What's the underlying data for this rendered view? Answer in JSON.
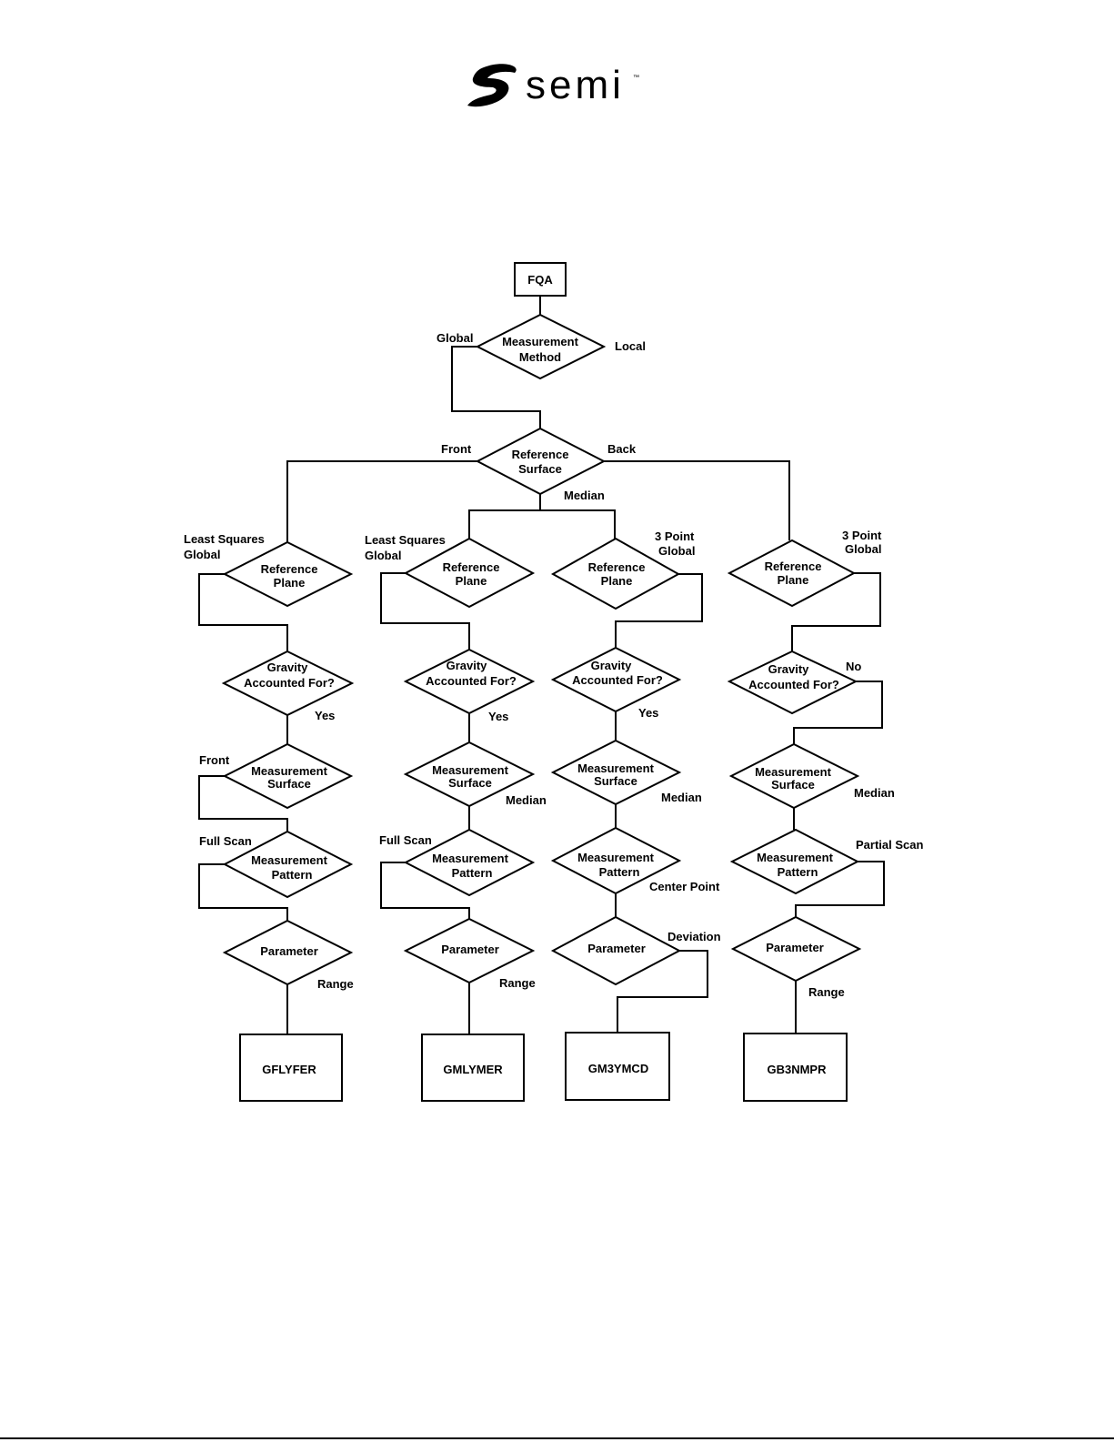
{
  "logo": {
    "word": "semi",
    "tm": "™"
  },
  "nodes": {
    "root": "FQA",
    "method": [
      "Measurement",
      "Method"
    ],
    "refsurf": [
      "Reference",
      "Surface"
    ],
    "rp1": [
      "Reference",
      "Plane"
    ],
    "rp2": [
      "Reference",
      "Plane"
    ],
    "rp3": [
      "Reference",
      "Plane"
    ],
    "rp4": [
      "Reference",
      "Plane"
    ],
    "g1": [
      "Gravity",
      "Accounted For?"
    ],
    "g2": [
      "Gravity",
      "Accounted For?"
    ],
    "g3": [
      "Gravity",
      "Accounted For?"
    ],
    "g4": [
      "Gravity",
      "Accounted For?"
    ],
    "ms1": [
      "Measurement",
      "Surface"
    ],
    "ms2": [
      "Measurement",
      "Surface"
    ],
    "ms3": [
      "Measurement",
      "Surface"
    ],
    "ms4": [
      "Measurement",
      "Surface"
    ],
    "mp1": [
      "Measurement",
      "Pattern"
    ],
    "mp2": [
      "Measurement",
      "Pattern"
    ],
    "mp3": [
      "Measurement",
      "Pattern"
    ],
    "mp4": [
      "Measurement",
      "Pattern"
    ],
    "par1": "Parameter",
    "par2": "Parameter",
    "par3": "Parameter",
    "par4": "Parameter",
    "out1": "GFLYFER",
    "out2": "GMLYMER",
    "out3": "GM3YMCD",
    "out4": "GB3NMPR"
  },
  "edges": {
    "global": "Global",
    "local": "Local",
    "front": "Front",
    "back": "Back",
    "median": "Median",
    "lsq1": [
      "Least Squares",
      "Global"
    ],
    "lsq2": [
      "Least Squares",
      "Global"
    ],
    "tp3": [
      "3 Point",
      "Global"
    ],
    "tp4": [
      "3 Point",
      "Global"
    ],
    "yes1": "Yes",
    "yes2": "Yes",
    "yes3": "Yes",
    "no4": "No",
    "front1": "Front",
    "median2": "Median",
    "median3": "Median",
    "median4": "Median",
    "full1": "Full Scan",
    "full2": "Full Scan",
    "center3": "Center Point",
    "partial4": "Partial Scan",
    "range1": "Range",
    "range2": "Range",
    "dev3": "Deviation",
    "range4": "Range"
  }
}
